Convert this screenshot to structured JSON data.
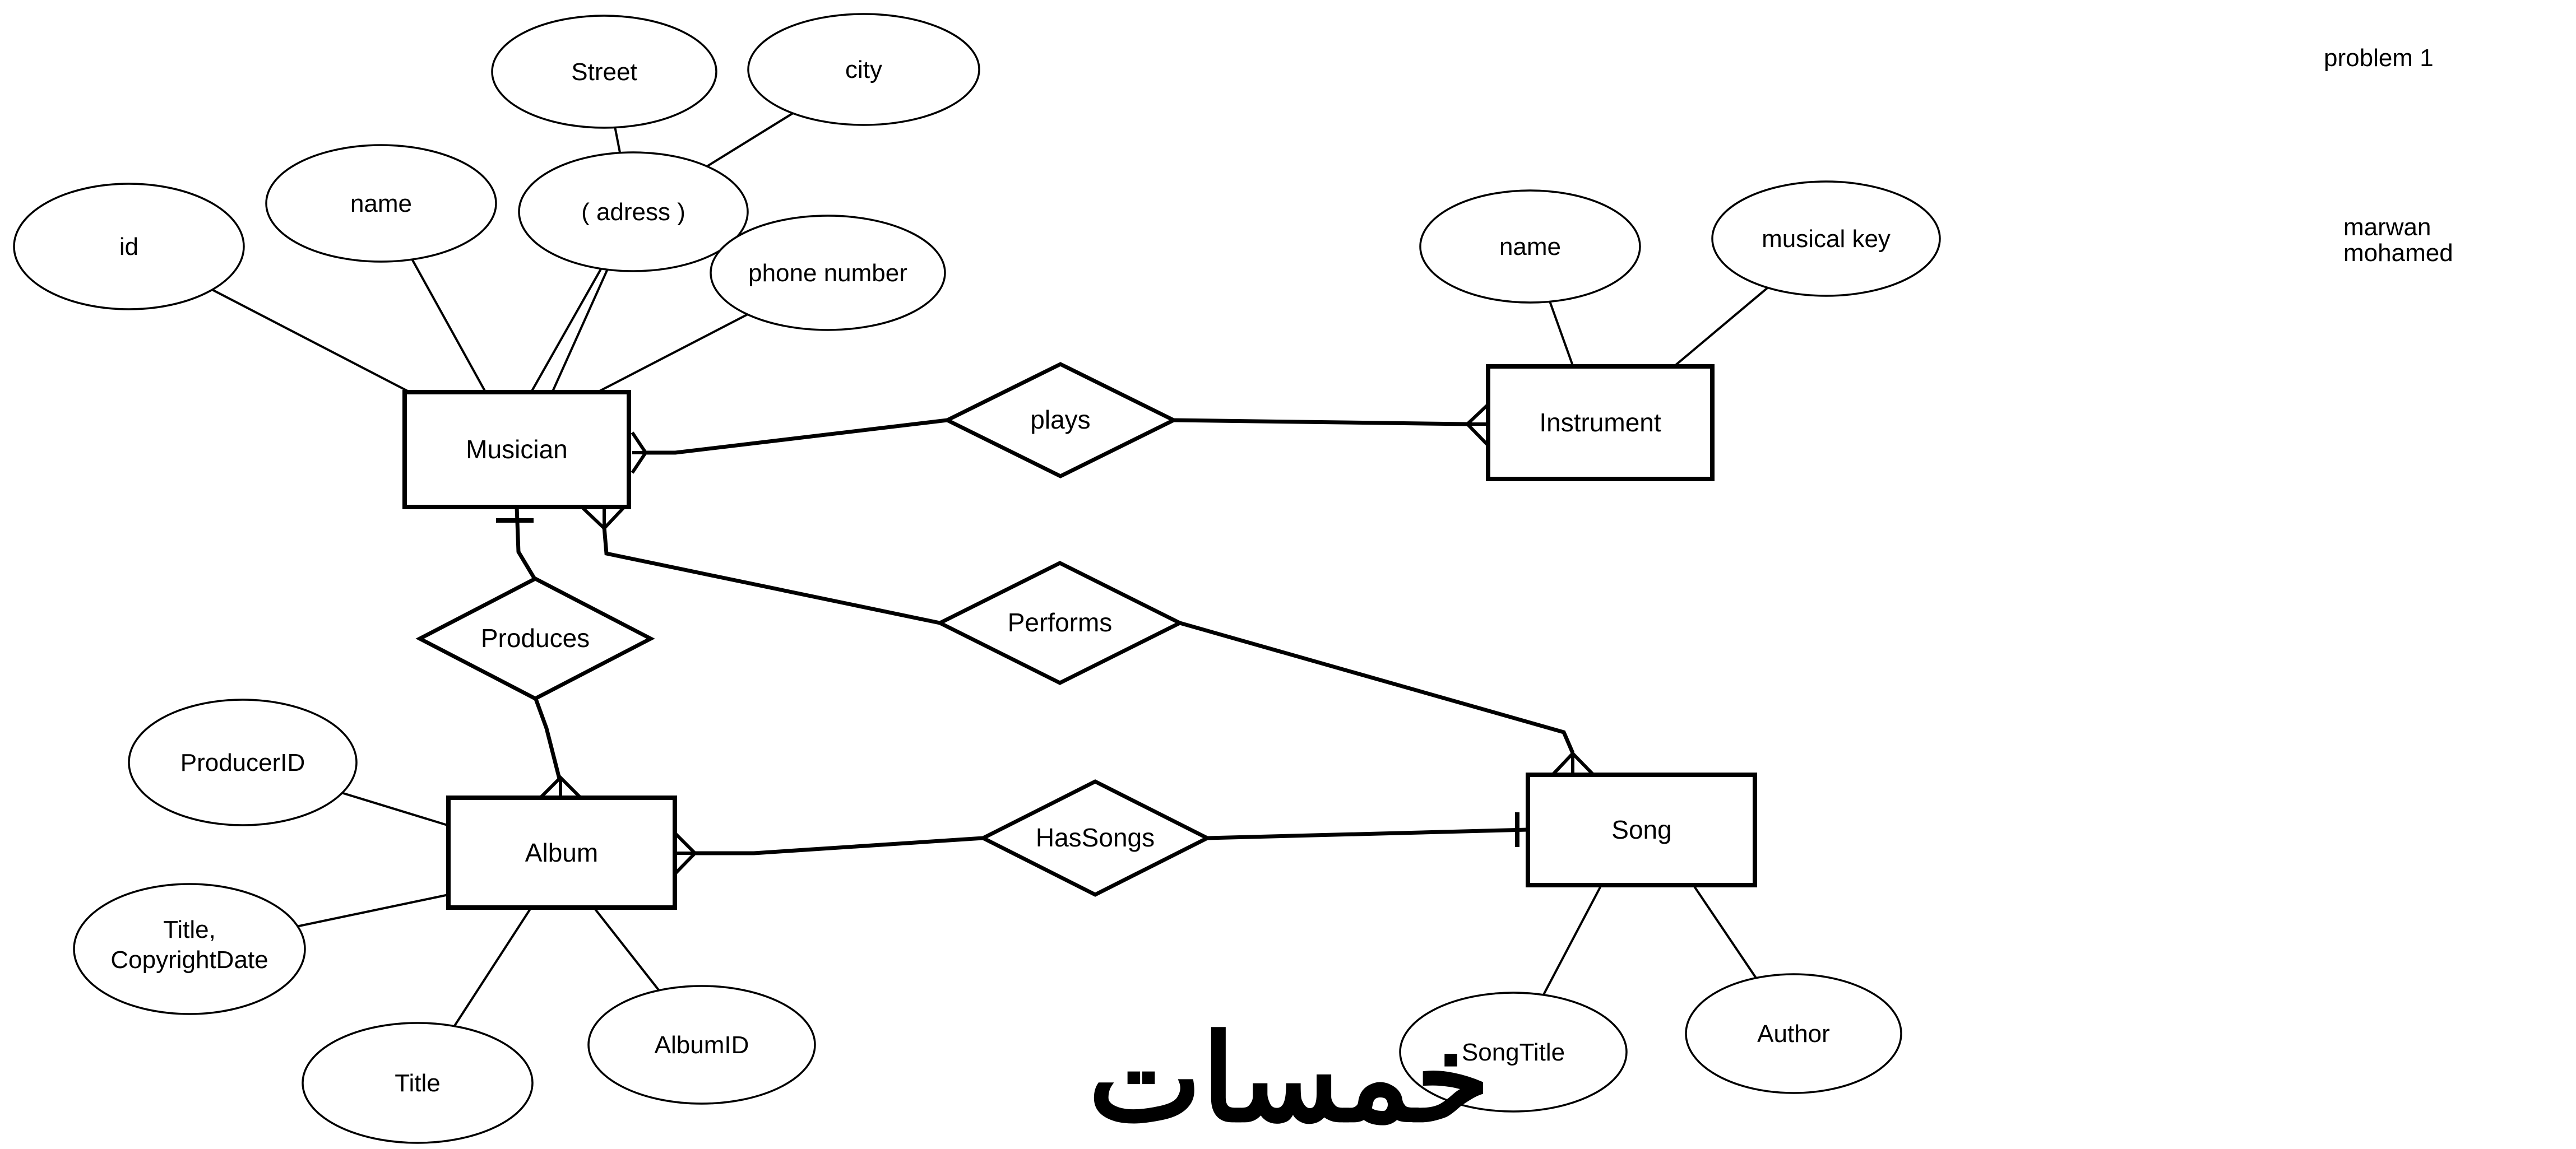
{
  "annotations": {
    "problem_label": "problem 1",
    "author_lines": [
      "marwan",
      "mohamed"
    ],
    "watermark": "خمسات"
  },
  "colors": {
    "stroke": "#000000",
    "background": "#ffffff",
    "watermark": "#e3e3e3"
  },
  "entities": {
    "musician": {
      "label": "Musician"
    },
    "instrument": {
      "label": "Instrument"
    },
    "album": {
      "label": "Album"
    },
    "song": {
      "label": "Song"
    }
  },
  "relationships": {
    "plays": {
      "label": "plays"
    },
    "produces": {
      "label": "Produces"
    },
    "performs": {
      "label": "Performs"
    },
    "has_songs": {
      "label": "HasSongs"
    }
  },
  "attributes": {
    "musician": {
      "id": {
        "label": "id"
      },
      "name": {
        "label": "name"
      },
      "street": {
        "label": "Street"
      },
      "city": {
        "label": "city"
      },
      "adress": {
        "label": "( adress )"
      },
      "phone": {
        "label": "phone number"
      }
    },
    "instrument": {
      "name": {
        "label": "name"
      },
      "musical_key": {
        "label": "musical key"
      }
    },
    "album": {
      "producer_id": {
        "label": "ProducerID"
      },
      "title_copyright": {
        "lines": [
          "Title,",
          "CopyrightDate"
        ]
      },
      "title": {
        "label": "Title"
      },
      "album_id": {
        "label": "AlbumID"
      }
    },
    "song": {
      "song_title": {
        "label": "SongTitle"
      },
      "author": {
        "label": "Author"
      }
    }
  },
  "connections": [
    {
      "from": "Musician",
      "to": "plays",
      "notation_at_from": "many (crow's foot)"
    },
    {
      "from": "plays",
      "to": "Instrument",
      "notation_at_to": "many (crow's foot)"
    },
    {
      "from": "Musician",
      "to": "Produces",
      "notation_at_from": "one (bar)"
    },
    {
      "from": "Produces",
      "to": "Album",
      "notation_at_to": "many (crow's foot)"
    },
    {
      "from": "Musician",
      "to": "Performs",
      "notation_at_from": "many (crow's foot)"
    },
    {
      "from": "Performs",
      "to": "Song",
      "notation_at_to": "many (crow's foot)"
    },
    {
      "from": "Album",
      "to": "HasSongs",
      "notation_at_from": "many (crow's foot)"
    },
    {
      "from": "HasSongs",
      "to": "Song",
      "notation_at_to": "one (bar)"
    }
  ]
}
